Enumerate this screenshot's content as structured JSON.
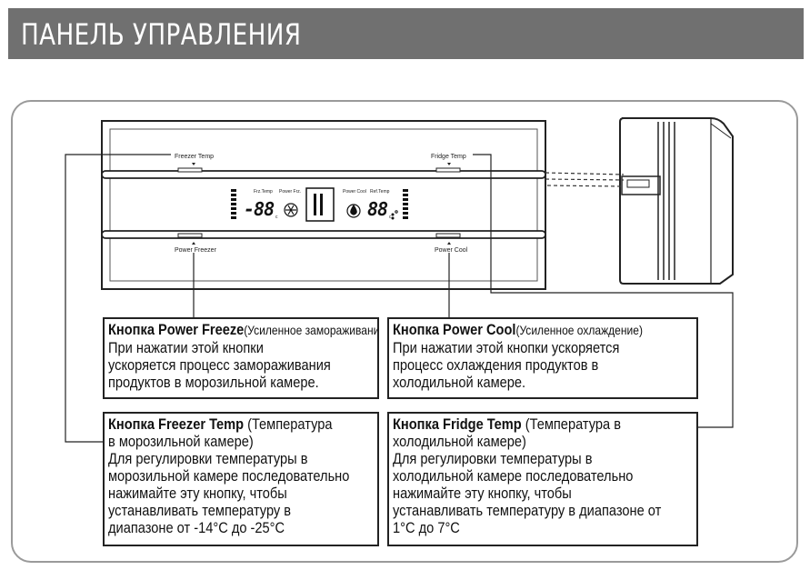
{
  "header": {
    "title": "ПАНЕЛЬ УПРАВЛЕНИЯ"
  },
  "panel": {
    "labels": {
      "freezer_temp": "Freezer Temp",
      "fridge_temp": "Fridge Temp",
      "power_freezer": "Power Freezer",
      "power_cool": "Power Cool"
    },
    "display": {
      "frz_temp": "Frz.Temp",
      "power_frz": "Power Frz.",
      "power_cool": "Power Cool",
      "ref_temp": "Ref.Temp",
      "left_digits": "-88",
      "right_digits": "88",
      "unit": "c"
    }
  },
  "boxes": {
    "power_freeze": {
      "title": "Кнопка Power Freeze",
      "title_note": "(Усиленное замораживание)",
      "lines": [
        "При нажатии этой кнопки",
        "ускоряется процесс замораживания",
        "продуктов в морозильной камере."
      ]
    },
    "power_cool": {
      "title": "Кнопка Power Cool",
      "title_note": "(Усиленное охлаждение)",
      "lines": [
        "При нажатии этой кнопки ускоряется",
        "процесс охлаждения продуктов в",
        "холодильной камере."
      ]
    },
    "freezer_temp": {
      "title": "Кнопка Freezer Temp",
      "title_note": " (Температура",
      "lines": [
        "в морозильной камере)",
        "Для регулировки температуры в",
        "морозильной камере последовательно",
        "нажимайте эту кнопку, чтобы",
        "устанавливать температуру в",
        "диапазоне от -14°C до -25°C"
      ]
    },
    "fridge_temp": {
      "title": "Кнопка Fridge Temp",
      "title_note": " (Температура в",
      "lines": [
        "холодильной камере)",
        "Для регулировки температуры в",
        "холодильной камере последовательно",
        "нажимайте эту кнопку, чтобы",
        "устанавливать температуру в диапазоне от",
        "1°C до 7°C"
      ]
    }
  },
  "colors": {
    "title_bg": "#707070",
    "title_fg": "#ffffff",
    "frame_border": "#9a9a9a"
  },
  "icons": [
    "snowflake-icon",
    "water-drop-icon",
    "up-arrow-icon"
  ]
}
